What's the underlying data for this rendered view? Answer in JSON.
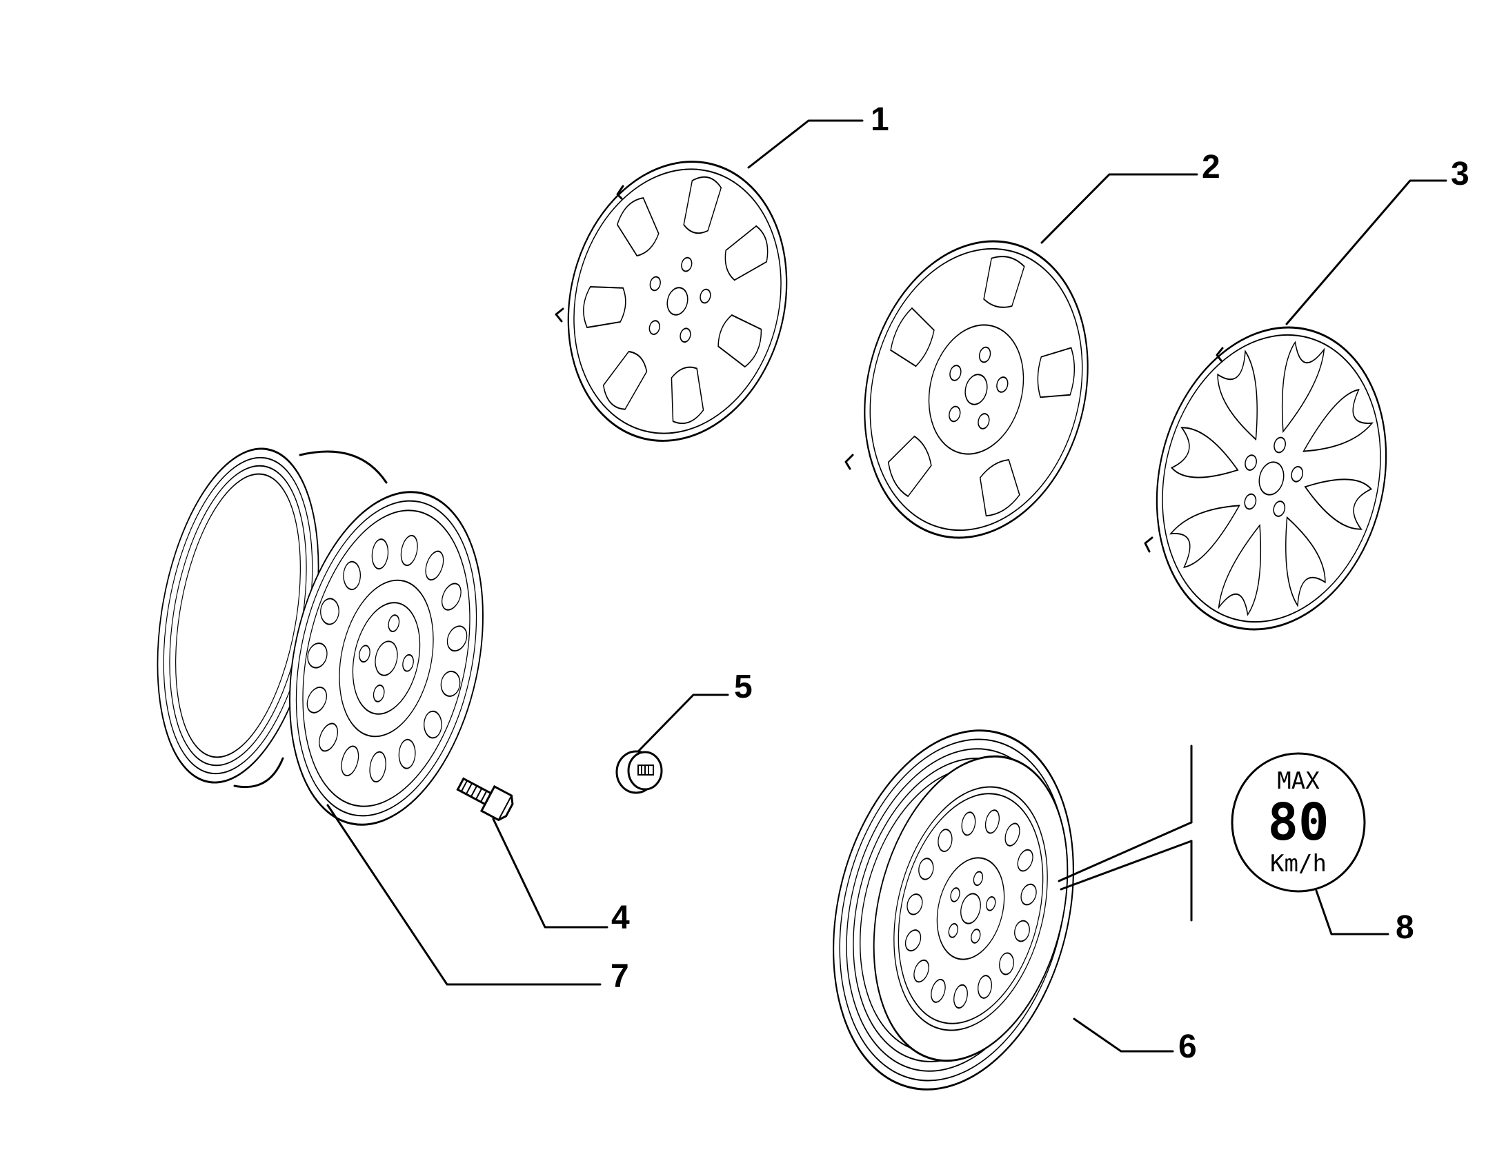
{
  "callouts": [
    {
      "id": "1",
      "label": "1"
    },
    {
      "id": "2",
      "label": "2"
    },
    {
      "id": "3",
      "label": "3"
    },
    {
      "id": "4",
      "label": "4"
    },
    {
      "id": "5",
      "label": "5"
    },
    {
      "id": "6",
      "label": "6"
    },
    {
      "id": "7",
      "label": "7"
    },
    {
      "id": "8",
      "label": "8"
    }
  ],
  "speed_sign": {
    "line1": "MAX",
    "line2": "80",
    "line3": "Km/h"
  }
}
